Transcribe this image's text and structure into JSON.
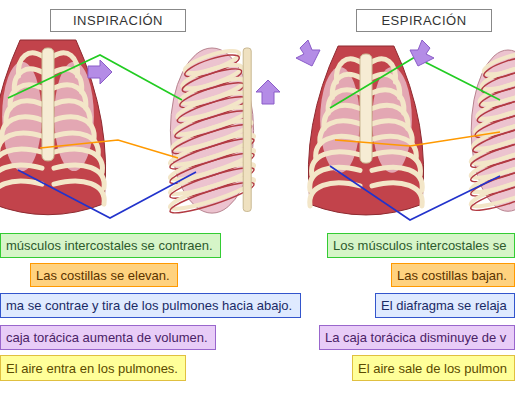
{
  "diagram": {
    "nodes": [
      {
        "text": [
          "INSPIRACIÓN"
        ]
      },
      {
        "text": [
          "ESPIRACIÓN"
        ]
      },
      {
        "text": [
          "músculos intercostales se contraen."
        ]
      },
      {
        "text": [
          "Los músculos intercostales se"
        ]
      },
      {
        "text": [
          "Las costillas se elevan."
        ]
      },
      {
        "text": [
          "Las costillas bajan."
        ]
      },
      {
        "text": [
          "ma se contrae y tira de los pulmones hacia abajo."
        ]
      },
      {
        "text": [
          "El diafragma se relaja"
        ]
      },
      {
        "text": [
          "caja torácica aumenta de volumen."
        ]
      },
      {
        "text": [
          "La caja torácica disminuye de v"
        ]
      },
      {
        "text": [
          "El aire entra en los pulmones."
        ]
      },
      {
        "text": [
          "El aire sale de los pulmon"
        ]
      }
    ]
  }
}
